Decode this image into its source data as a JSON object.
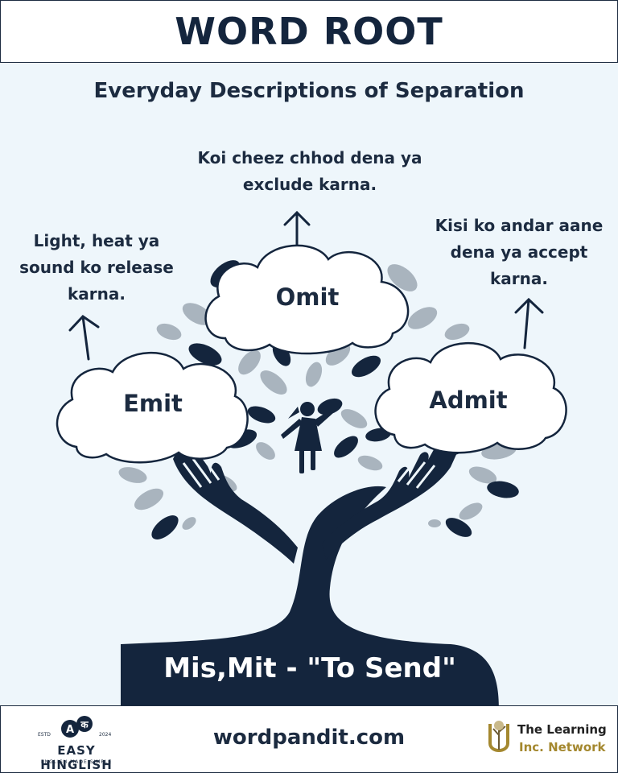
{
  "header": {
    "title": "WORD ROOT"
  },
  "subtitle": "Everyday Descriptions of Separation",
  "words": {
    "omit": {
      "word": "Omit",
      "meaning": "Koi cheez chhod dena ya exclude karna."
    },
    "emit": {
      "word": "Emit",
      "meaning": "Light, heat ya sound ko release karna."
    },
    "admit": {
      "word": "Admit",
      "meaning": "Kisi ko andar aane dena ya accept karna."
    }
  },
  "root": {
    "text": "Mis,Mit - \"To Send\""
  },
  "footer": {
    "url": "wordpandit.com",
    "left_logo": {
      "name": "EASY HINGLISH",
      "tagline": "ENGLISH MADE SIMPLE",
      "estd": "ESTD",
      "year": "2024",
      "glyph_a": "A",
      "glyph_ka": "क"
    },
    "right_logo": {
      "line1": "The Learning",
      "line2": "Inc. Network"
    }
  },
  "colors": {
    "navy": "#14253d",
    "background": "#eef6fb",
    "leaf_light": "#a9b4be",
    "accent_gold": "#a4882f"
  },
  "icons": [
    "arrow-up-icon",
    "leaf-icon",
    "hand-icon",
    "child-silhouette-icon",
    "tree-icon"
  ]
}
